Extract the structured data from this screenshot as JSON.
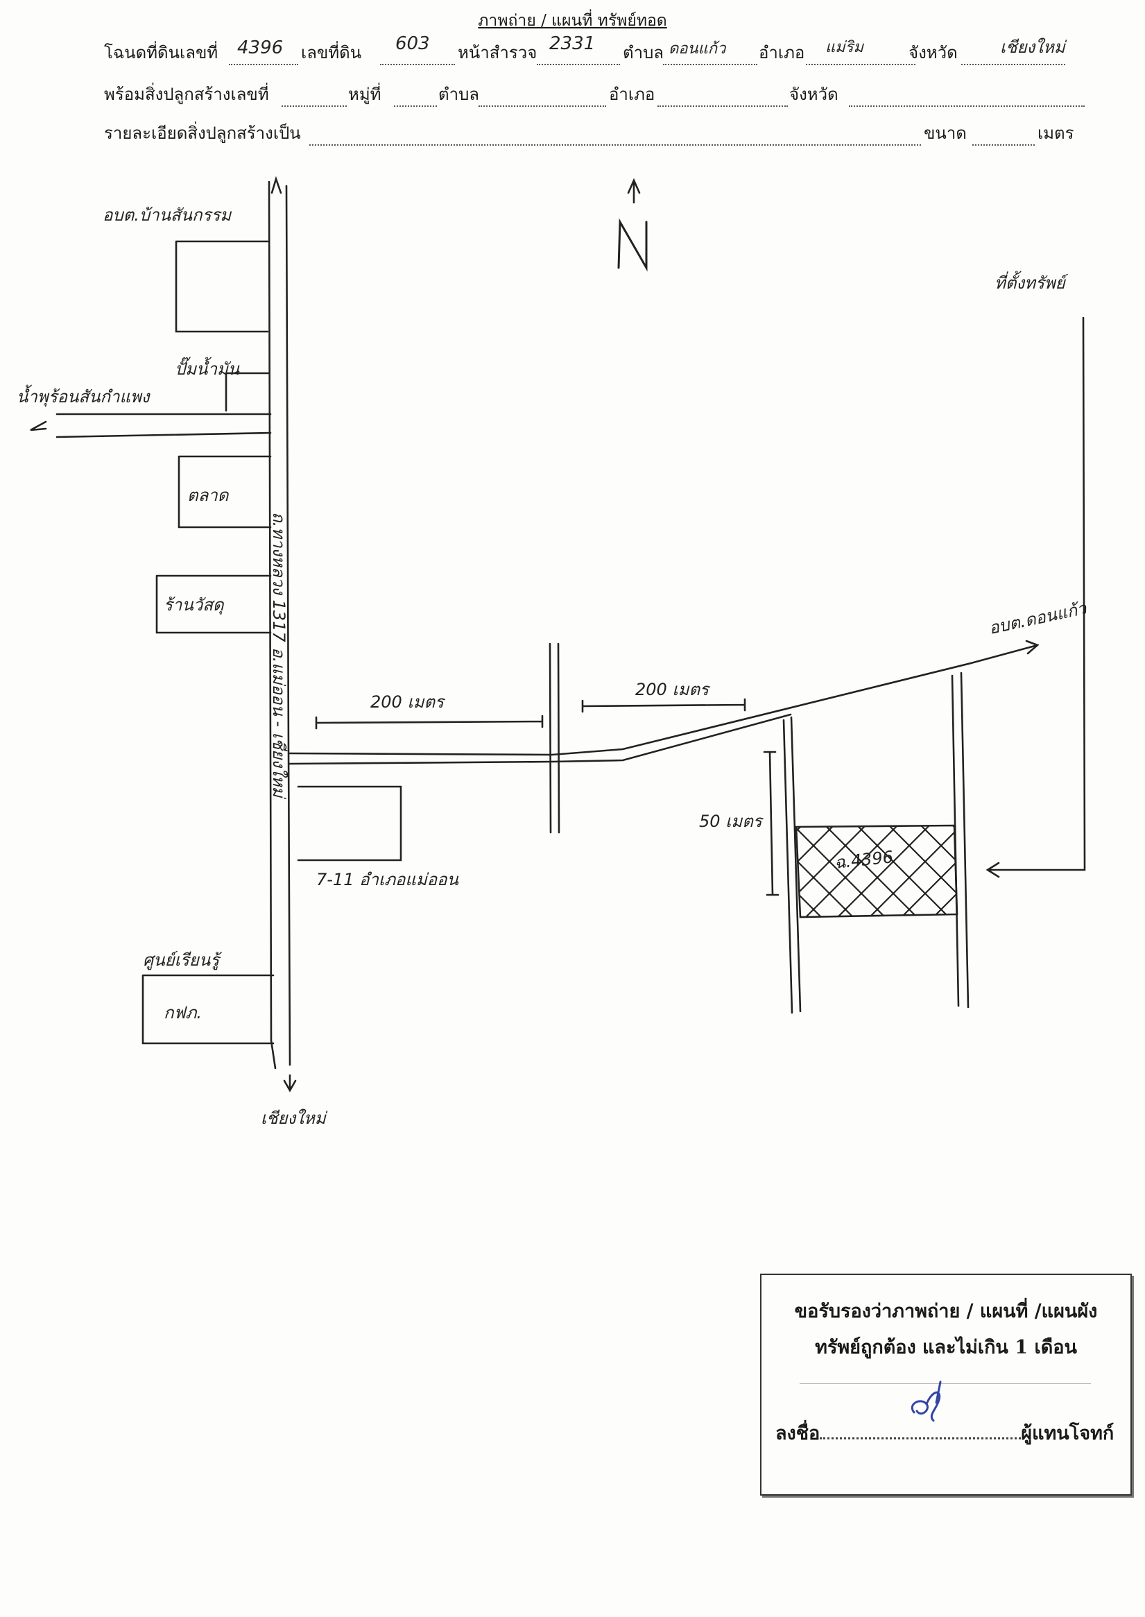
{
  "document": {
    "heading": "ภาพถ่าย / แผนที่ ทรัพย์ทอด"
  },
  "form": {
    "line1": {
      "deed_label": "โฉนดที่ดินเลขที่",
      "deed_no": "4396",
      "land_no_label": "เลขที่ดิน",
      "land_no": "603",
      "survey_label": "หน้าสำรวจ",
      "survey_no": "2331",
      "tambon_label": "ตำบล",
      "tambon": "ดอนแก้ว",
      "amphoe_label": "อำเภอ",
      "amphoe": "แม่ริม",
      "province_label": "จังหวัด",
      "province": "เชียงใหม่"
    },
    "line2": {
      "building_label": "พร้อมสิ่งปลูกสร้างเลขที่",
      "moo_label": "หมู่ที่",
      "tambon_label": "ตำบล",
      "amphoe_label": "อำเภอ",
      "province_label": "จังหวัด"
    },
    "line3": {
      "detail_label": "รายละเอียดสิ่งปลูกสร้างเป็น",
      "size_label": "ขนาด",
      "unit_label": "เมตร"
    }
  },
  "map": {
    "north_label": "N",
    "labels": {
      "tao_top_left": "อบต.บ้านสันกรรม",
      "gas_station": "ปั๊มน้ำมัน",
      "road_west_dest": "น้ำพุร้อนสันกำแพง",
      "market": "ตลาด",
      "tile_shop": "ร้านวัสดุ",
      "highway": "ถ.ทางหลวง 1317 อ.แม่ออน - เชียงใหม่",
      "dist_200_left": "200 เมตร",
      "dist_200_right": "200 เมตร",
      "dist_50": "50 เมตร",
      "seven_eleven": "7-11 อำเภอแม่ออน",
      "learning_center": "ศูนย์เรียนรู้",
      "electricity": "กฟภ.",
      "road_south_dest": "เชียงใหม่",
      "tao_right": "อบต.ดอนแก้ว",
      "property_label": "ที่ตั้งทรัพย์",
      "parcel_label": "ฉ.4396"
    }
  },
  "certification": {
    "line1": "ขอรับรองว่าภาพถ่าย / แผนที่ /แผนผัง",
    "line2": "ทรัพย์ถูกต้อง และไม่เกิน 1 เดือน",
    "sign_label": "ลงชื่อ",
    "signer_role": "ผู้แทนโจทก์"
  }
}
